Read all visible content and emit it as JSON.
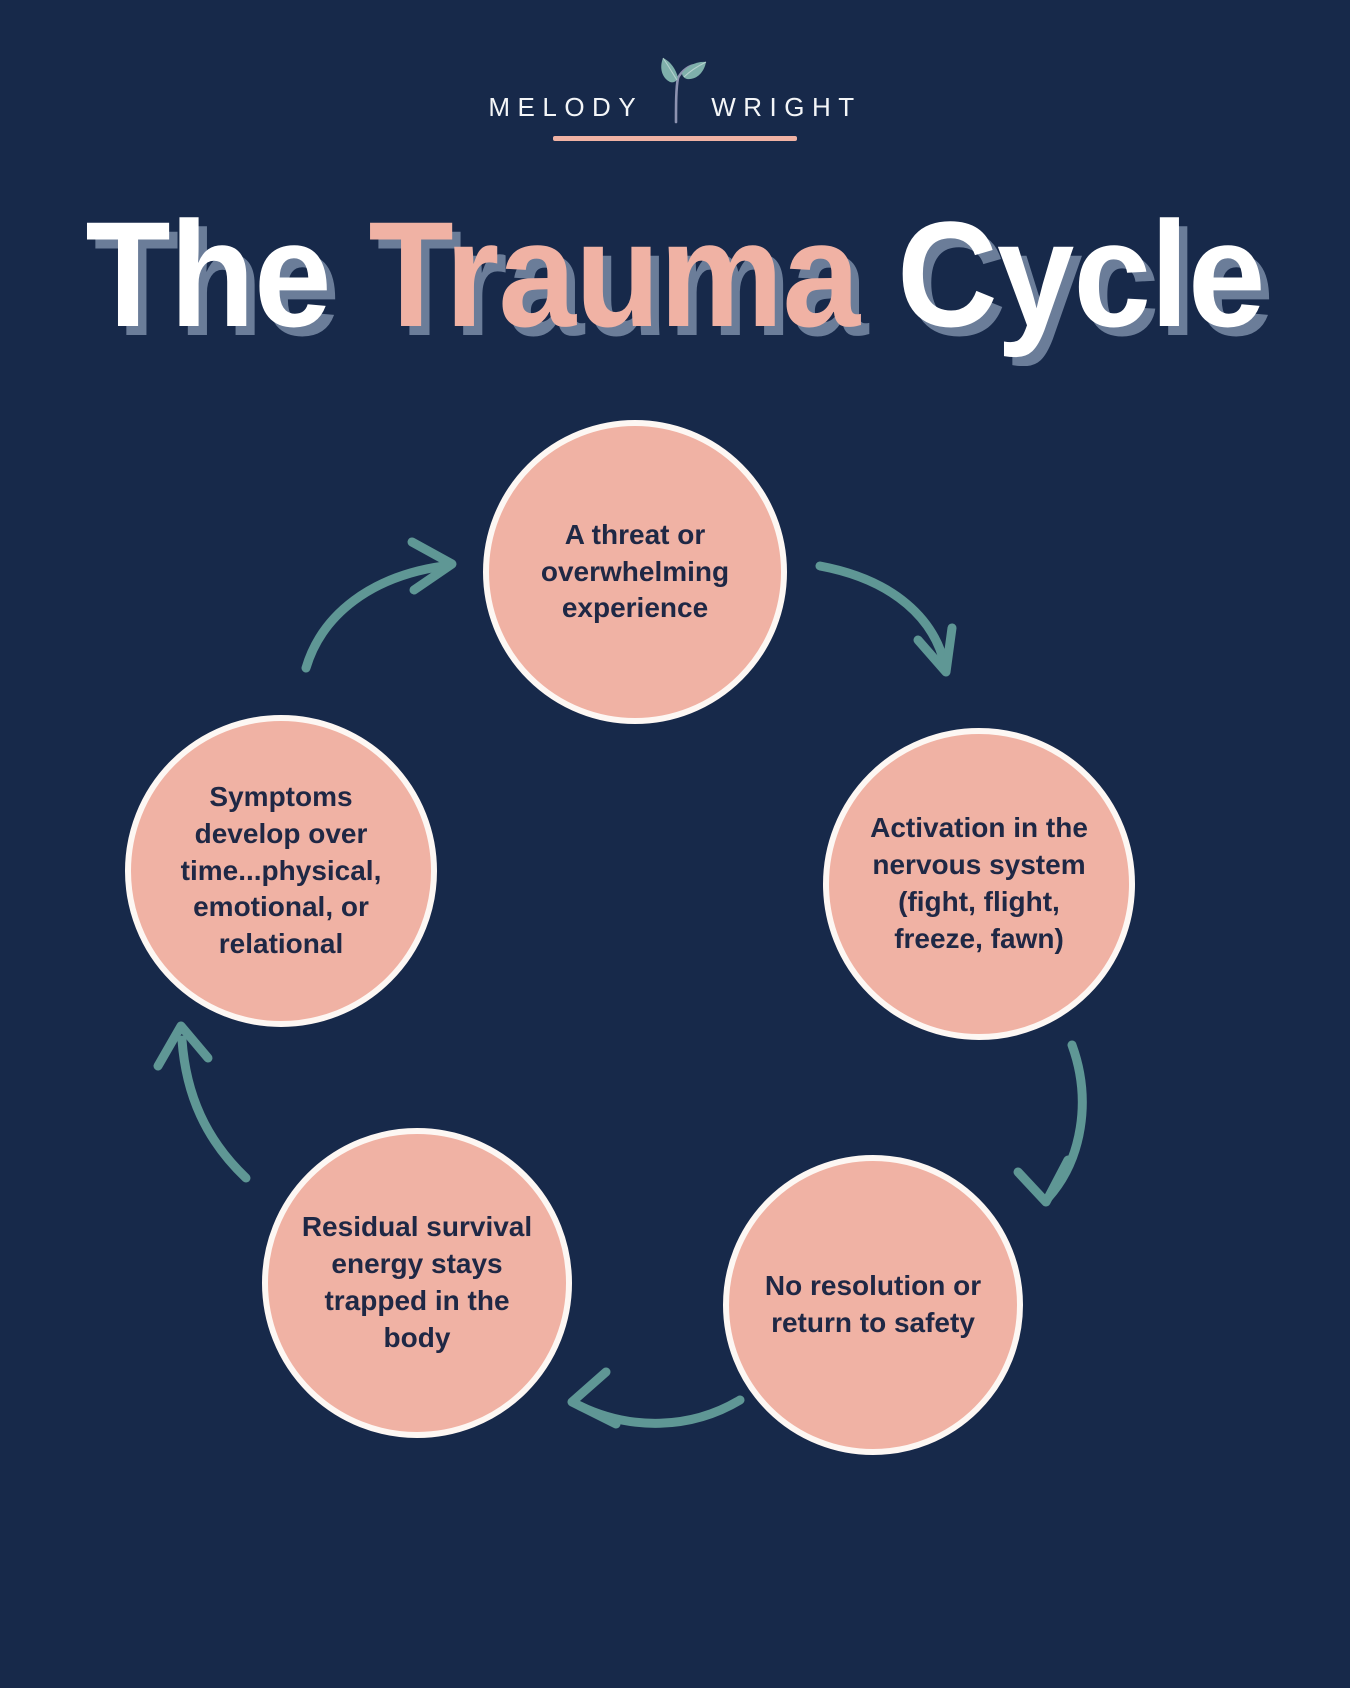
{
  "brand": {
    "name_left": "MELODY",
    "name_right": "WRIGHT",
    "icon": "sprout-leaf-icon",
    "rule_color": "#f0b2a4"
  },
  "title": {
    "word1": "The ",
    "word2": "Trauma",
    "word3": " Cycle",
    "full": "The Trauma Cycle",
    "shadow_color": "#6b7d99",
    "accent_color": "#f0b2a4"
  },
  "colors": {
    "background": "#17294a",
    "circle_fill": "#f0b2a4",
    "circle_border": "#fdf7f3",
    "arrow": "#5f9795",
    "text_dark": "#1f2845"
  },
  "chart_data": {
    "type": "diagram",
    "subtype": "cycle",
    "title": "The Trauma Cycle",
    "direction": "clockwise",
    "node_count": 5,
    "nodes": [
      {
        "id": "threat",
        "order": 1,
        "label": "A threat or\noverwhelming\nexperience"
      },
      {
        "id": "activate",
        "order": 2,
        "label": "Activation in the\nnervous system\n(fight, flight,\nfreeze, fawn)"
      },
      {
        "id": "noresolve",
        "order": 3,
        "label": "No resolution or\nreturn to safety"
      },
      {
        "id": "residual",
        "order": 4,
        "label": "Residual survival\nenergy stays\ntrapped in the\nbody"
      },
      {
        "id": "symptoms",
        "order": 5,
        "label": "Symptoms\ndevelop over\ntime...physical,\nemotional, or\nrelational"
      }
    ],
    "edges": [
      {
        "from": "threat",
        "to": "activate",
        "name": "arrow-threat-to-activation"
      },
      {
        "from": "activate",
        "to": "noresolve",
        "name": "arrow-activation-to-noresolution"
      },
      {
        "from": "noresolve",
        "to": "residual",
        "name": "arrow-noresolution-to-residual"
      },
      {
        "from": "residual",
        "to": "symptoms",
        "name": "arrow-residual-to-symptoms"
      },
      {
        "from": "symptoms",
        "to": "threat",
        "name": "arrow-symptoms-to-threat"
      }
    ]
  }
}
